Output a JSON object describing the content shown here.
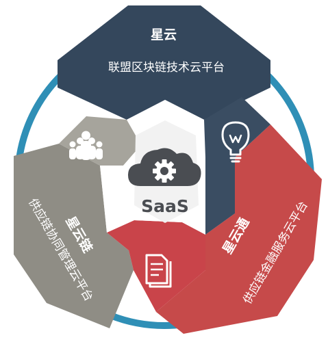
{
  "center": {
    "label": "SaaS"
  },
  "segments": {
    "top": {
      "title": "星云",
      "subtitle": "联盟区块链技术云平台",
      "color": "#34475c"
    },
    "left": {
      "title": "星云链",
      "subtitle": "供应链协同管理云平台",
      "color": "#8f8d85"
    },
    "right": {
      "title": "星云通",
      "subtitle": "供应链金融服务云平台",
      "color": "#c64a4a"
    }
  },
  "icons": {
    "people": "people-icon",
    "bulb": "lightbulb-icon",
    "document": "document-icon",
    "cloud": "cloud-gear-icon"
  },
  "colors": {
    "ring": "#2f8fb6",
    "dark_navy": "#34475c",
    "gray": "#8f8d85",
    "red": "#c64a4a",
    "inner_gray": "#a6a49c",
    "inner_navy": "#3a4d62",
    "inner_red": "#c9444a",
    "center_bg": "#f2f2f2",
    "cloud": "#4a4d52"
  }
}
